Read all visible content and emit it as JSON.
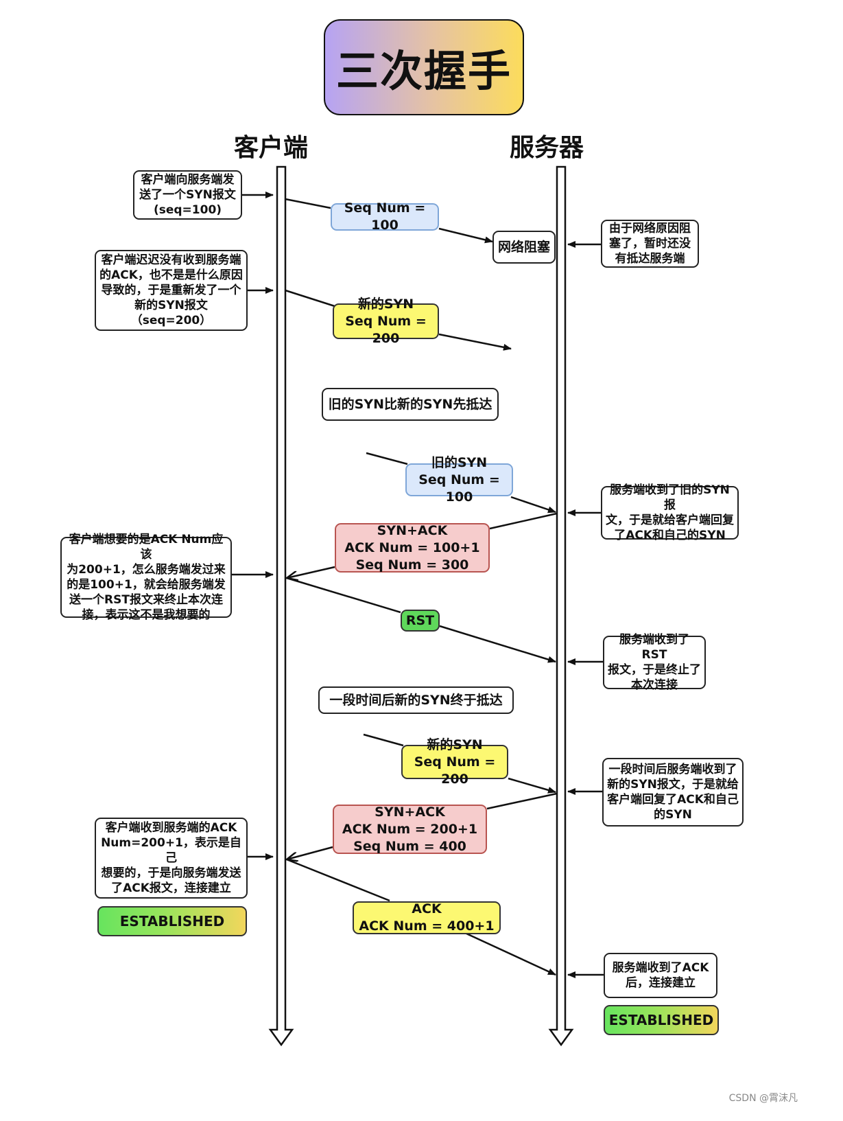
{
  "title": "三次握手",
  "client_label": "客户端",
  "server_label": "服务器",
  "messages": {
    "seq100": "Seq Num = 100",
    "blocked": "网络阻塞",
    "new_syn1": "新的SYN\nSeq Num = 200",
    "old_first": "旧的SYN比新的SYN先抵达",
    "old_syn": "旧的SYN\nSeq Num = 100",
    "synack1": "SYN+ACK\nACK Num = 100+1\nSeq Num = 300",
    "rst": "RST",
    "later_new": "一段时间后新的SYN终于抵达",
    "new_syn2": "新的SYN\nSeq Num = 200",
    "synack2": "SYN+ACK\nACK Num = 200+1\nSeq Num = 400",
    "ack": "ACK\nACK Num = 400+1"
  },
  "notes": {
    "client_send": "客户端向服务端发\n送了一个SYN报文\n(seq=100)",
    "server_blocked": "由于网络原因阻\n塞了，暂时还没\n有抵达服务端",
    "client_resend": "客户端迟迟没有收到服务端\n的ACK，也不是是什么原因\n导致的，于是重新发了一个\n新的SYN报文（seq=200）",
    "server_old": "服务端收到了旧的SYN报\n文，于是就给客户端回复\n了ACK和自己的SYN",
    "client_rst": "客户端想要的是ACK Num应该\n为200+1，怎么服务端发过来\n的是100+1，就会给服务端发\n送一个RST报文来终止本次连\n接，表示这不是我想要的",
    "server_rst": "服务端收到了RST\n报文，于是终止了\n本次连接",
    "server_new": "一段时间后服务端收到了\n新的SYN报文，于是就给\n客户端回复了ACK和自己\n的SYN",
    "client_ok": "客户端收到服务端的ACK\nNum=200+1，表示是自己\n想要的，于是向服务端发送\n了ACK报文，连接建立",
    "server_ok": "服务端收到了ACK\n后，连接建立"
  },
  "established_client": "ESTABLISHED",
  "established_server": "ESTABLISHED",
  "footer": "CSDN @霄沫凡"
}
